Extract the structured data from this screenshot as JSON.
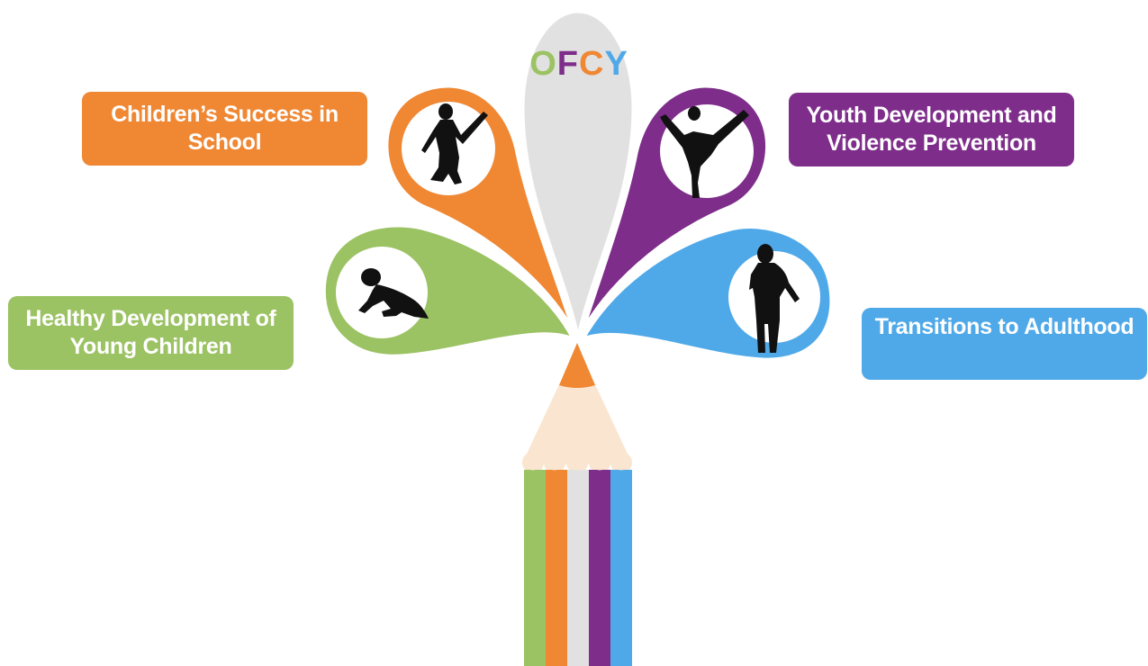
{
  "colors": {
    "orange": "#EF8733",
    "purple": "#7E2D8A",
    "green": "#9BC263",
    "blue": "#4FA9E8",
    "grey": "#E1E1E1",
    "wood": "#FAE6D0"
  },
  "logo": {
    "letters": [
      "O",
      "F",
      "C",
      "Y"
    ],
    "letter_colors": [
      "#9BC263",
      "#7E2D8A",
      "#EF8733",
      "#4FA9E8"
    ]
  },
  "goals": {
    "school": {
      "line1": "Children’s Success in",
      "line2": "School",
      "icon": "jumping-girl-silhouette-icon"
    },
    "youth": {
      "line1": "Youth Development and",
      "line2": "Violence Prevention",
      "icon": "breakdancer-silhouette-icon"
    },
    "healthy": {
      "line1": "Healthy Development of",
      "line2": "Young Children",
      "icon": "crawling-baby-silhouette-icon"
    },
    "transitions": {
      "line1": "Transitions to Adulthood",
      "icon": "young-adult-silhouette-icon"
    }
  }
}
